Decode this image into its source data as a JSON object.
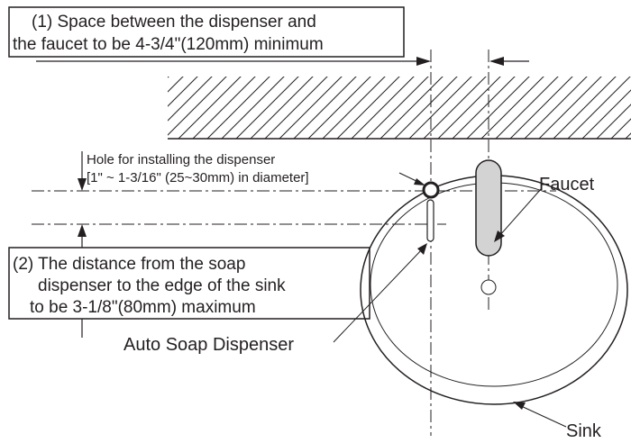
{
  "callout_1": {
    "line1": "(1) Space between the dispenser and",
    "line2": "the faucet to be 4-3/4\"(120mm) minimum"
  },
  "hole_note": {
    "line1": "Hole for installing the dispenser",
    "line2": "[1\" ~ 1-3/16\" (25~30mm) in diameter]"
  },
  "callout_2": {
    "line1": "(2) The distance from the soap",
    "line2": "dispenser to the edge of the sink",
    "line3": "to be 3-1/8\"(80mm) maximum"
  },
  "labels": {
    "faucet": "Faucet",
    "auto_soap_dispenser": "Auto Soap Dispenser",
    "sink": "Sink"
  },
  "colors": {
    "ink": "#231f20",
    "faucet_fill": "#d3d3d3",
    "background": "#ffffff"
  }
}
